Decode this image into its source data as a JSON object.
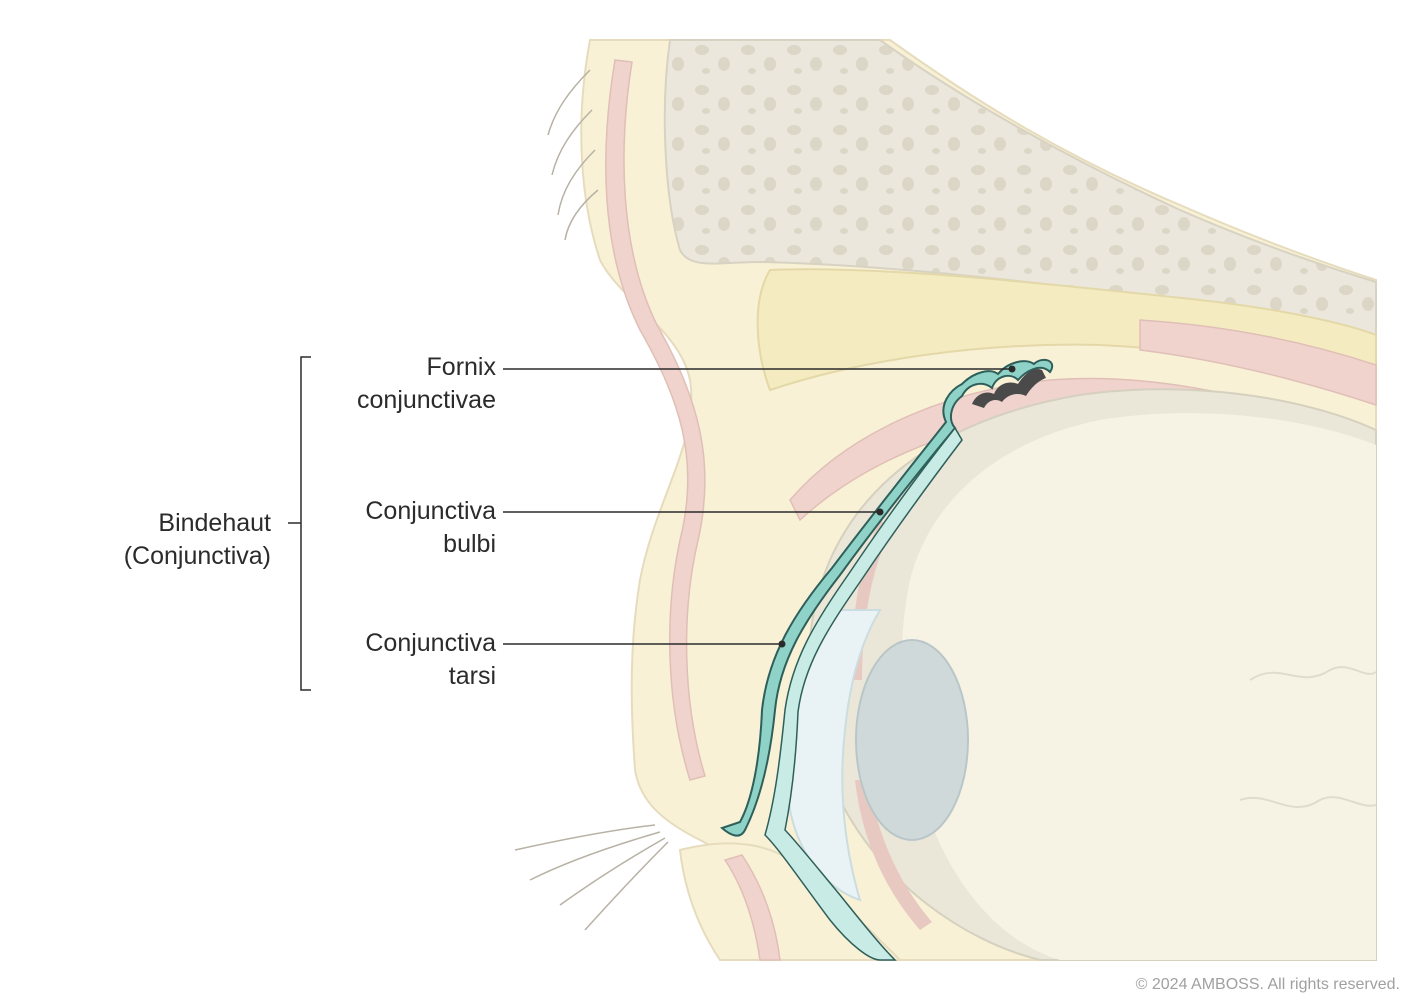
{
  "labels": {
    "group": {
      "line1": "Bindehaut",
      "line2": "(Conjunctiva)"
    },
    "fornix": {
      "line1": "Fornix",
      "line2": "conjunctivae"
    },
    "bulbi": {
      "line1": "Conjunctiva",
      "line2": "bulbi"
    },
    "tarsi": {
      "line1": "Conjunctiva",
      "line2": "tarsi"
    }
  },
  "copyright": "© 2024 AMBOSS. All rights reserved.",
  "colors": {
    "conjunctiva": "#8fd3c8",
    "conjunctiva_outline": "#2f5f5a",
    "bone": "#ece9df",
    "fat": "#f7efcc",
    "muscle": "#efd6d0",
    "globe": "#f6f4ea",
    "lens": "#cfd9da",
    "leader_line": "#2b2b2b"
  }
}
